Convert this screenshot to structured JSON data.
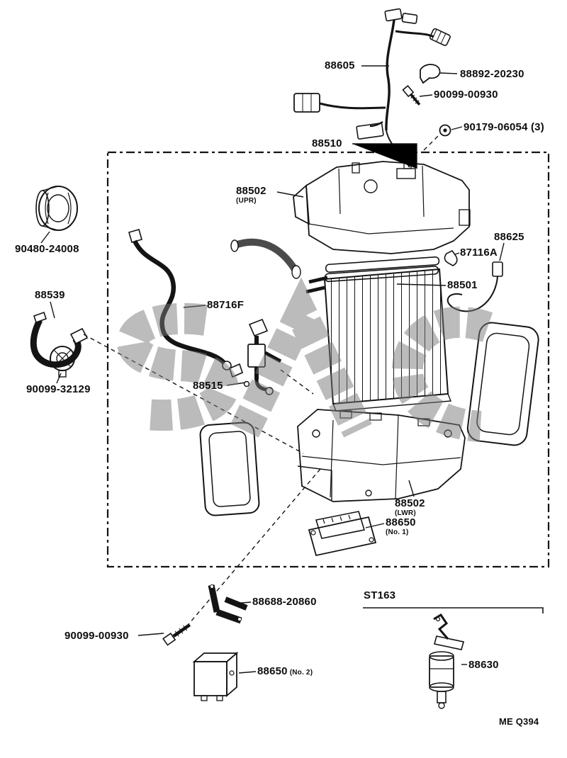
{
  "footer": {
    "code": "ME Q394"
  },
  "labels": {
    "harness_88605": "88605",
    "clamp_88892": "88892-20230",
    "screw_top_90099": "90099-00930",
    "bolt_90179": "90179-06054 (3)",
    "unit_88510": "88510",
    "upper_case_88502": "88502",
    "upper_case_sub": "(UPR)",
    "sensor_88625": "88625",
    "clip_87116a": "87116A",
    "evaporator_88501": "88501",
    "hose_88539": "88539",
    "grommet_90480": "90480-24008",
    "tube_88716f": "88716F",
    "valve_88515": "88515",
    "grommet_90099_32129": "90099-32129",
    "lower_case_88502": "88502",
    "lower_case_sub": "(LWR)",
    "amplifier1_88650": "88650",
    "amplifier1_sub": "(No. 1)",
    "bracket_88688": "88688-20860",
    "screw_bottom_90099": "90099-00930",
    "amplifier2_88650": "88650",
    "amplifier2_sub": "(No. 2)",
    "section_st163": "ST163",
    "actuator_88630": "88630"
  }
}
